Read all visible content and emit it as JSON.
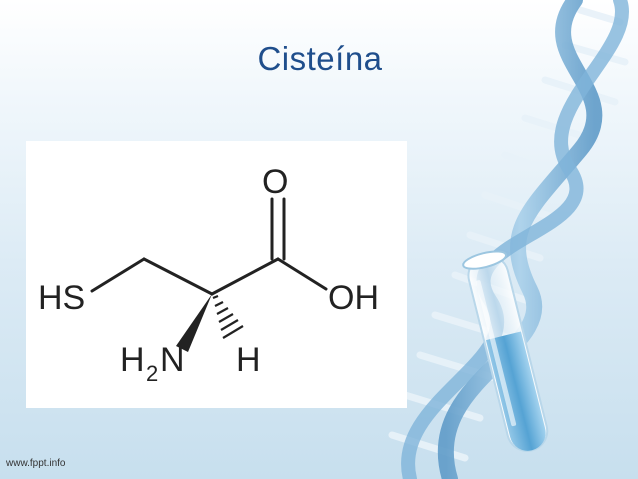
{
  "slide": {
    "title": "Cisteína",
    "footer_url": "www.fppt.info"
  },
  "structure": {
    "atoms": {
      "oxygen_top": "O",
      "hydroxyl": "OH",
      "thiol": "HS",
      "amine_h": "H",
      "amine_sub": "2",
      "amine_n": "N",
      "hydrogen": "H"
    }
  },
  "colors": {
    "title": "#1f4e8c",
    "dna_strand": "#6fa7cf",
    "tube_liquid": "#4e9fd2",
    "bond": "#222222"
  },
  "decor": {
    "dna_icon": "dna-helix-icon",
    "tube_icon": "test-tube-icon"
  }
}
